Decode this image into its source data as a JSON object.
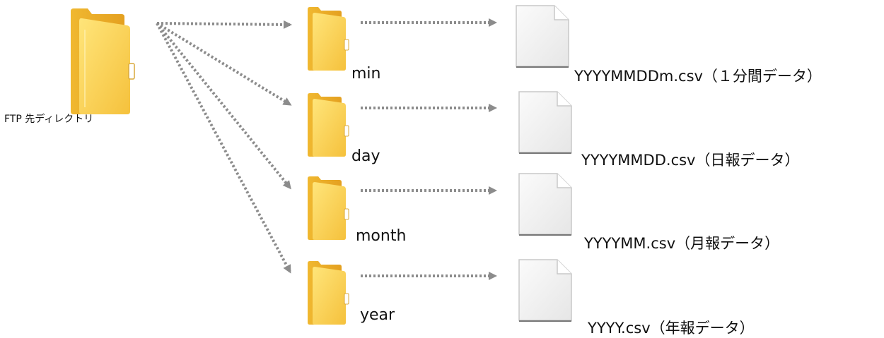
{
  "root": {
    "label": "FTP 先ディレクトリ",
    "icon": "folder-icon"
  },
  "folders": [
    {
      "id": "min",
      "label": "min",
      "icon": "folder-icon"
    },
    {
      "id": "day",
      "label": "day",
      "icon": "folder-icon"
    },
    {
      "id": "month",
      "label": "month",
      "icon": "folder-icon"
    },
    {
      "id": "year",
      "label": "year",
      "icon": "folder-icon"
    }
  ],
  "files": [
    {
      "folder": "min",
      "label": "YYYYMMDDm.csv（１分間データ）",
      "icon": "file-icon"
    },
    {
      "folder": "day",
      "label": "YYYYMMDD.csv（日報データ）",
      "icon": "file-icon"
    },
    {
      "folder": "month",
      "label": "YYYYMM.csv（月報データ）",
      "icon": "file-icon"
    },
    {
      "folder": "year",
      "label": "YYYY.csv（年報データ）",
      "icon": "file-icon"
    }
  ],
  "colors": {
    "arrow": "#8c8c8c",
    "folder_light": "#ffd75a",
    "folder_dark": "#e6a21e",
    "file": "#f4f4f4"
  }
}
